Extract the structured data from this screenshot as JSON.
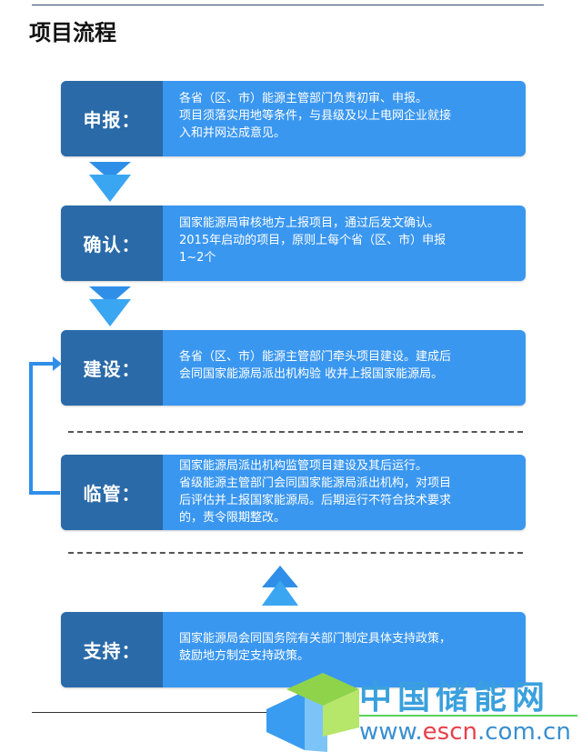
{
  "title": "项目流程",
  "steps": [
    {
      "label": "申报：",
      "lines": [
        "各省（区、市）能源主管部门负责初审、申报。",
        "项目须落实用地等条件，与县级及以上电网企业就接",
        "入和并网达成意见。"
      ]
    },
    {
      "label": "确认：",
      "lines": [
        "国家能源局审核地方上报项目，通过后发文确认。",
        "2015年启动的项目，原则上每个省（区、市）申报",
        "1~2个"
      ]
    },
    {
      "label": "建设：",
      "lines": [
        "各省（区、市）能源主管部门牵头项目建设。建成后",
        "会同国家能源局派出机构验 收并上报国家能源局。"
      ]
    },
    {
      "label": "临管：",
      "lines": [
        "国家能源局派出机构监管项目建设及其后运行。",
        "省级能源主管部门会同国家能源局派出机构，对项目",
        "后评估并上报国家能源局。后期运行不符合技术要求",
        "的，责令限期整改。"
      ]
    },
    {
      "label": "支持：",
      "lines": [
        "国家能源局会同国务院有关部门制定具体支持政策，",
        "鼓励地方制定支持政策。"
      ]
    }
  ],
  "watermark": {
    "name": "中国储能网",
    "url_prefix": "www.",
    "url_mid": "escn",
    "url_suffix": ".com.cn"
  }
}
